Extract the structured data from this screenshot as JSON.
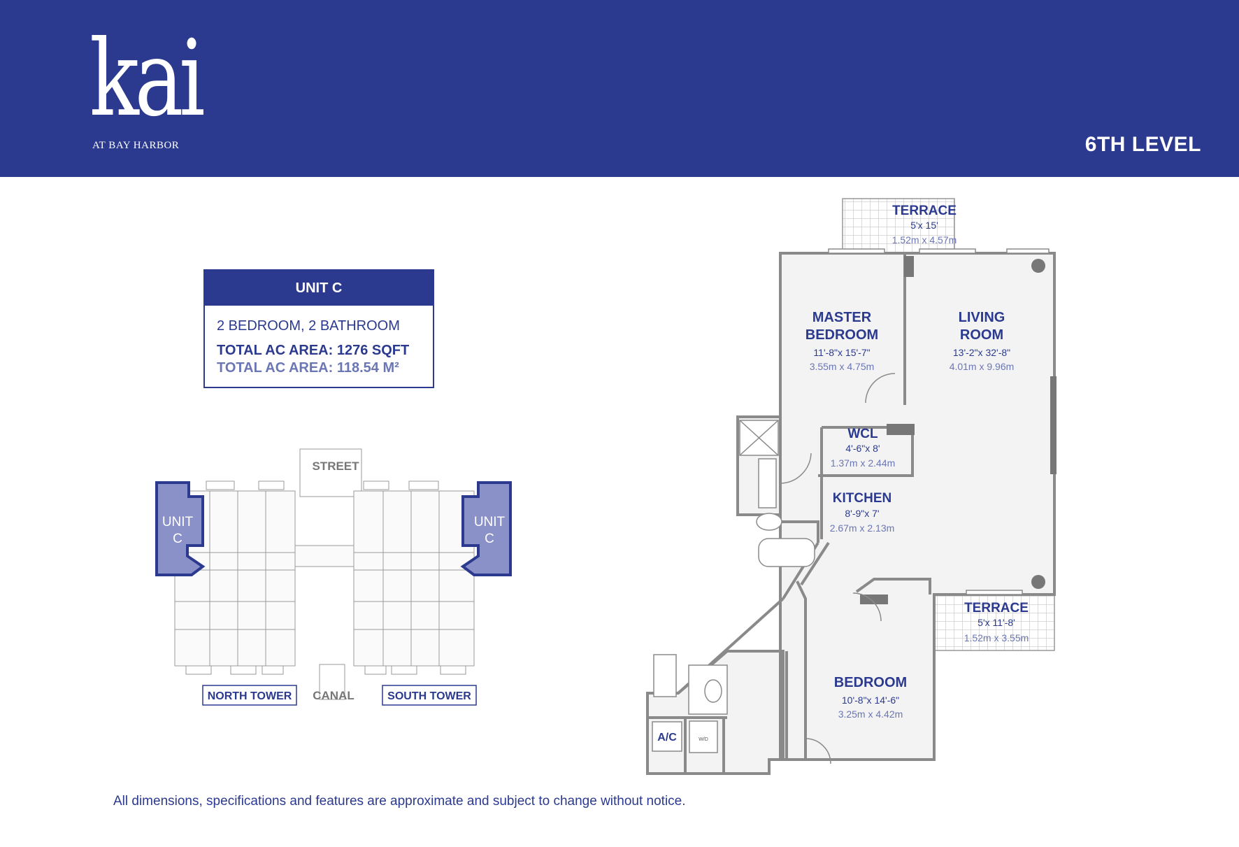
{
  "brand": {
    "logo_word": "kai",
    "logo_sub": "AT BAY HARBOR"
  },
  "level": "6TH LEVEL",
  "unit_card": {
    "title": "UNIT C",
    "rooms": "2 BEDROOM, 2 BATHROOM",
    "area_sqft": "TOTAL AC AREA: 1276 SQFT",
    "area_m2": "TOTAL AC AREA: 118.54 M²"
  },
  "key_plan": {
    "street": "STREET",
    "canal": "CANAL",
    "north_tower": "NORTH TOWER",
    "south_tower": "SOUTH TOWER",
    "unit_word": "UNIT",
    "unit_letter": "C"
  },
  "floor_plan": {
    "terrace_top": {
      "name": "TERRACE",
      "dim_ft": "5'x 15'",
      "dim_m": "1.52m x 4.57m"
    },
    "master_bedroom": {
      "name1": "MASTER",
      "name2": "BEDROOM",
      "dim_ft": "11'-8\"x 15'-7\"",
      "dim_m": "3.55m x 4.75m"
    },
    "living_room": {
      "name1": "LIVING",
      "name2": "ROOM",
      "dim_ft": "13'-2\"x 32'-8\"",
      "dim_m": "4.01m x 9.96m"
    },
    "wcl": {
      "name": "WCL",
      "dim_ft": "4'-6\"x 8'",
      "dim_m": "1.37m x 2.44m"
    },
    "kitchen": {
      "name": "KITCHEN",
      "dim_ft": "8'-9\"x 7'",
      "dim_m": "2.67m x 2.13m"
    },
    "terrace_right": {
      "name": "TERRACE",
      "dim_ft": "5'x 11'-8'",
      "dim_m": "1.52m x 3.55m"
    },
    "bedroom": {
      "name": "BEDROOM",
      "dim_ft": "10'-8\"x 14'-6\"",
      "dim_m": "3.25m x 4.42m"
    },
    "ac": "A/C",
    "wd": "W/D"
  },
  "disclaimer": "All dimensions, specifications and features are approximate and subject to change without notice.",
  "colors": {
    "brand": "#2b3a8f",
    "highlight": "#8a90c8",
    "wall": "#8a8a8a",
    "floor": "#f2f2f2",
    "muted": "#6b76b4"
  }
}
